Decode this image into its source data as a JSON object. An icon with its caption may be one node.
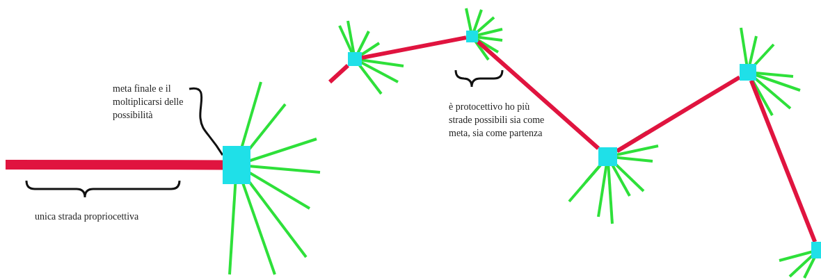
{
  "diagram": {
    "nodes": [
      {
        "text": [
          "meta finale e il moltiplicarsi delle possibilità"
        ]
      },
      {
        "text": [],
        "shape": "box"
      },
      {
        "text": [],
        "shape": "box"
      },
      {
        "text": [],
        "shape": "box"
      },
      {
        "text": [],
        "shape": "box"
      },
      {
        "text": [],
        "shape": "box"
      },
      {
        "text": [],
        "shape": "box"
      }
    ],
    "edges": [
      {
        "from": null,
        "to": 1,
        "arrow": "none",
        "style": "thick"
      },
      {
        "from": 0,
        "to": 1,
        "arrow": "none",
        "color": "#111111"
      },
      {
        "from": null,
        "to": 2,
        "arrow": "none"
      },
      {
        "from": 2,
        "to": 3,
        "arrow": "none"
      },
      {
        "from": 3,
        "to": 4,
        "arrow": "none"
      },
      {
        "from": 4,
        "to": 5,
        "arrow": "none"
      },
      {
        "from": 5,
        "to": 6,
        "arrow": "none"
      }
    ],
    "labels": [
      "unica strada propriocettiva",
      "è protocettivo ho più strade possibili sia come meta, sia come partenza"
    ]
  }
}
